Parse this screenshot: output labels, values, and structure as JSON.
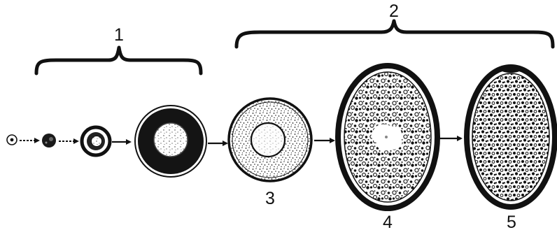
{
  "groups": [
    {
      "label": "1"
    },
    {
      "label": "2"
    }
  ],
  "stages": [
    {
      "label": "3"
    },
    {
      "label": "4"
    },
    {
      "label": "5"
    }
  ],
  "colors": {
    "ink": "#111111",
    "background": "#ffffff"
  }
}
